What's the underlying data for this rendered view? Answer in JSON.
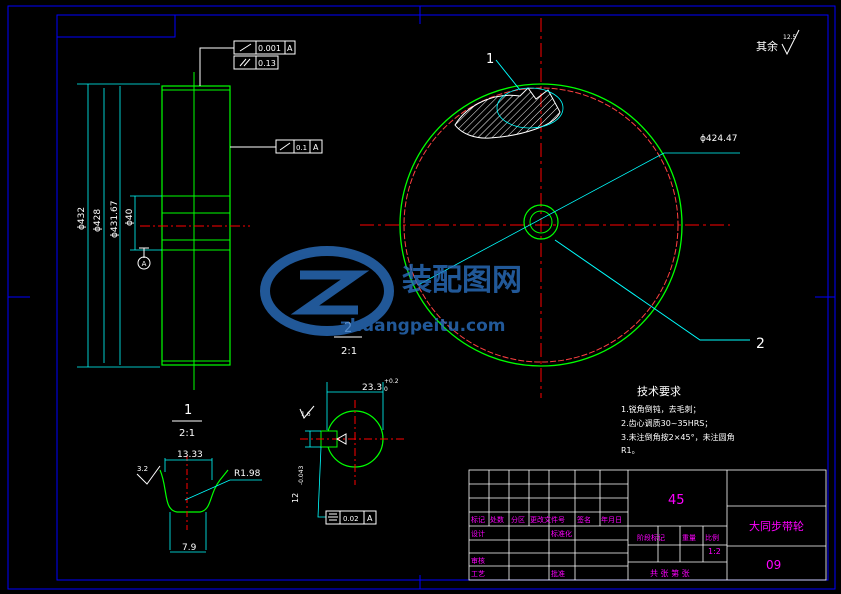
{
  "title_block": {
    "part_name": "大同步带轮",
    "material": "45",
    "drawing_no": "09",
    "scale": "1:2",
    "header_marks": [
      "标记",
      "处数",
      "分区",
      "更改文件号",
      "签名",
      "年月日"
    ],
    "rows": [
      "设计",
      "标准化",
      "审核",
      "工艺",
      "批准"
    ],
    "stage_mark": "阶段标记",
    "weight": "重量",
    "scale_label": "比例",
    "sheets": "共 张 第 张"
  },
  "technical_requirements": {
    "title": "技术要求",
    "items": [
      "1.锐角倒钝，去毛刺；",
      "2.齿心调质30~35HRS；",
      "3.未注倒角按2×45°，未注圆角",
      "R1。"
    ]
  },
  "surface_roughness": {
    "prefix": "其余",
    "value": "12.5"
  },
  "dimensions": {
    "d_432": "ϕ432",
    "d_428": "ϕ428",
    "d_43167": "ϕ431.67",
    "d_40": "ϕ40",
    "d_42447": "ϕ424.47",
    "keyway_depth": "23.3",
    "keyway_depth_tol": "+0.2",
    "keyway_depth_tol_low": "0",
    "keyway_width": "12",
    "keyway_width_tol": "-0.043",
    "tooth_top": "13.33",
    "tooth_radius": "R1.98",
    "tooth_bottom": "7.9",
    "rough_32": "3.2",
    "rough_16": "1.6"
  },
  "tolerances": {
    "runout": "0.001",
    "parallel": "0.13",
    "datum": "A",
    "runout2": "0.1",
    "symmetry": "0.02"
  },
  "datum_marker": "A",
  "detail_views": [
    {
      "label": "1",
      "scale": "2:1"
    },
    {
      "label": "2",
      "scale": "2:1"
    }
  ],
  "callouts": {
    "c1": "1",
    "c2": "2"
  },
  "watermark": {
    "brand": "装配图网",
    "url": "zhuangpeitu.com"
  },
  "colors": {
    "frame": "#0000ff",
    "outline": "#00ff00",
    "dimension": "#00ffff",
    "centerline": "#ff0000",
    "hatch": "#ffffff",
    "text": "#ffffff",
    "title_block": "#ff00ff",
    "watermark": "#2a6fbf"
  }
}
